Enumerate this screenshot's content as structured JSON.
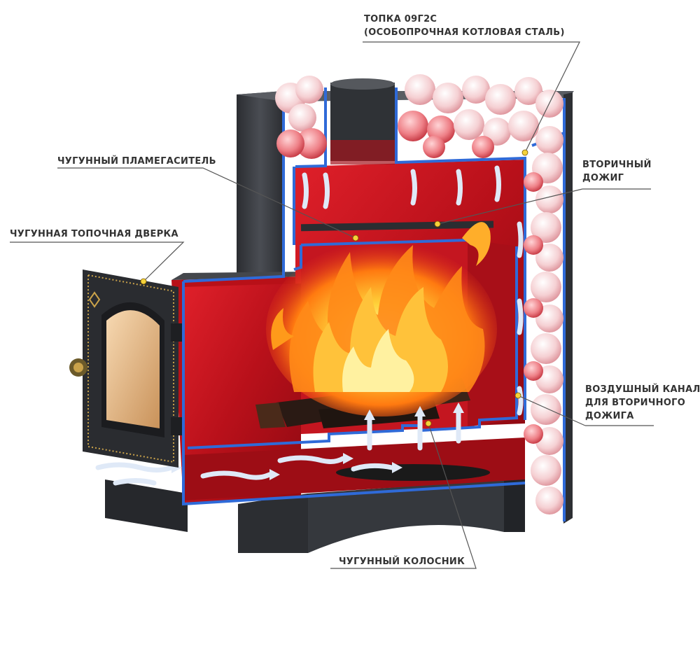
{
  "colors": {
    "background": "#ffffff",
    "label_text": "#333333",
    "leader_line": "#555555",
    "marker_dot": "#f5d23a",
    "steel_shell": "#3d4045",
    "interior_red": "#c8141e",
    "blue_edge": "#2f6ad8",
    "flame": "#ff9a1a",
    "stones": "#f3c4c8",
    "air_arrow": "#dfe9f7"
  },
  "labels": {
    "topka": {
      "line1": "ТОПКА 09Г2С",
      "line2": "(ОСОБОПРОЧНАЯ КОТЛОВАЯ СТАЛЬ)"
    },
    "plamegasitel": {
      "line1": "ЧУГУННЫЙ ПЛАМЕГАСИТЕЛЬ"
    },
    "dverka": {
      "line1": "ЧУГУННАЯ ТОПОЧНАЯ ДВЕРКА"
    },
    "dozhig": {
      "line1": "ВТОРИЧНЫЙ",
      "line2": "ДОЖИГ"
    },
    "kanal": {
      "line1": "ВОЗДУШНЫЙ КАНАЛ",
      "line2": "ДЛЯ ВТОРИЧНОГО",
      "line3": "ДОЖИГА"
    },
    "kolosnik": {
      "line1": "ЧУГУННЫЙ КОЛОСНИК"
    }
  }
}
